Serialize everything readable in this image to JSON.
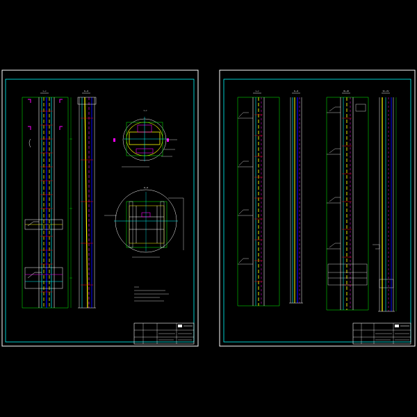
{
  "drawing": {
    "background": "#000000",
    "frame_color": "#FFFFFF",
    "inner_frame_color": "#00FFFF",
    "colors": {
      "cyan": "#00FFFF",
      "yellow": "#FFFF00",
      "magenta": "#FF00FF",
      "red": "#FF0000",
      "green": "#00FF00",
      "blue": "#0000FF",
      "white": "#FFFFFF"
    }
  },
  "sheet_left": {
    "section_labels": [
      "I—I",
      "II—II"
    ],
    "plan_labels": [
      "I—I",
      "II—II"
    ],
    "title_block": {
      "drawing_title_line1": "",
      "drawing_title_line2": ""
    }
  },
  "sheet_right": {
    "section_labels": [
      "I—I",
      "II—II",
      "III—III",
      "IV—IV"
    ],
    "title_block": {
      "drawing_title_line1": "",
      "drawing_title_line2": ""
    }
  }
}
